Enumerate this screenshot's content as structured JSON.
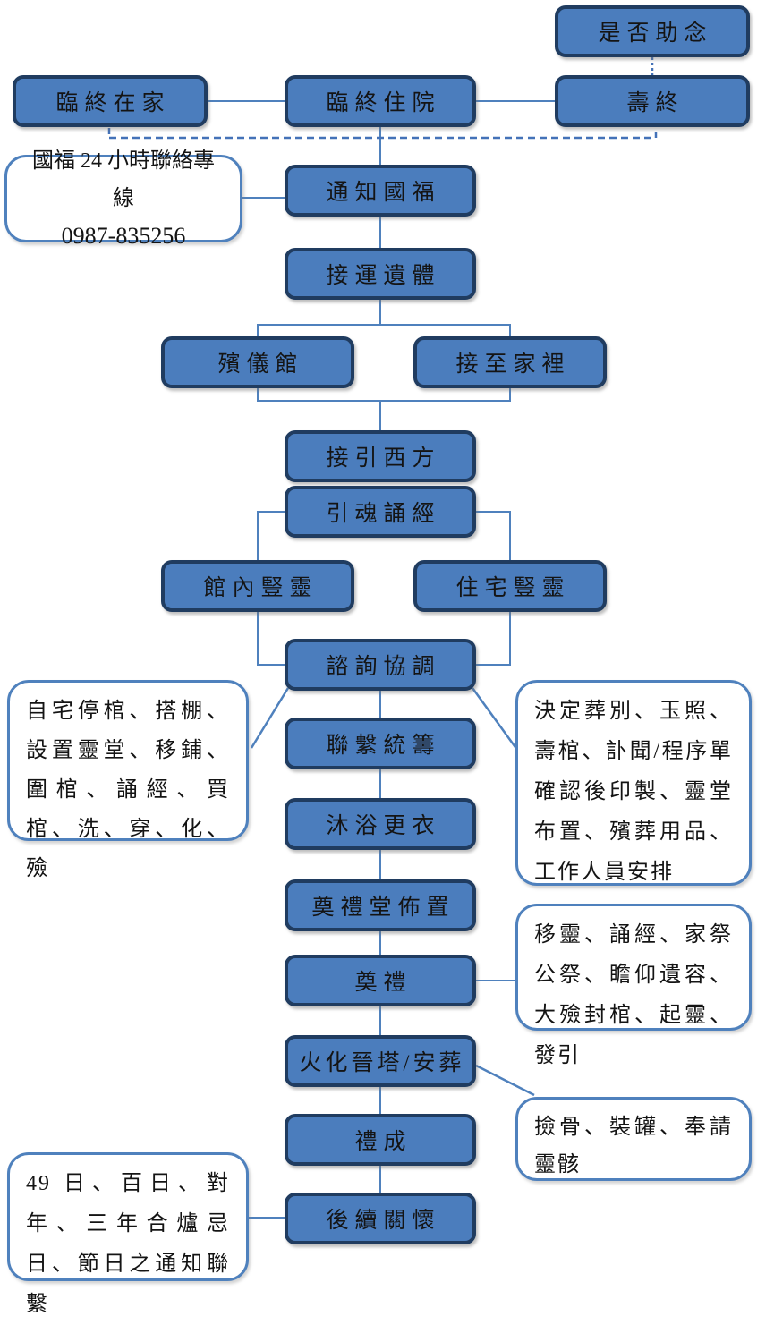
{
  "colors": {
    "node_fill": "#4b7dbd",
    "node_border": "#203c60",
    "callout_border": "#4f81bd",
    "connector_line": "#4f81bd",
    "dashed_line": "#4472b8",
    "text": "#141414"
  },
  "nodes": {
    "assist_chant": "是否助念",
    "die_home": "臨終在家",
    "die_hospital": "臨終住院",
    "natural_death": "壽終",
    "notify_guofu": "通知國福",
    "transport_body": "接運遺體",
    "funeral_parlor": "殯儀館",
    "receive_at_home": "接至家裡",
    "guide_west": "接引西方",
    "soul_chant": "引魂誦經",
    "altar_parlor": "館內豎靈",
    "altar_home": "住宅豎靈",
    "consult": "諮詢協調",
    "coordinate": "聯繫統籌",
    "bathe_dress": "沐浴更衣",
    "hall_setup": "奠禮堂佈置",
    "ceremony": "奠禮",
    "cremation_burial": "火化晉塔/安葬",
    "rite_complete": "禮成",
    "followup_care": "後續關懷"
  },
  "callouts": {
    "hotline_line1": "國福 24 小時聯絡專線",
    "hotline_line2": "0987-835256",
    "home_prep": "自宅停棺、搭棚、設置靈堂、移鋪、圍棺、誦經、買棺、洗、穿、化、殮",
    "decisions": "決定葬別、玉照、壽棺、訃聞/程序單確認後印製、靈堂布置、殯葬用品、工作人員安排",
    "ceremony_items": "移靈、誦經、家祭公祭、瞻仰遺容、大殮封棺、起靈、發引",
    "bone_items": "撿骨、裝罐、奉請靈骸",
    "followup_items": "49 日、百日、對年、三年合爐忌日、節日之通知聯繫"
  }
}
